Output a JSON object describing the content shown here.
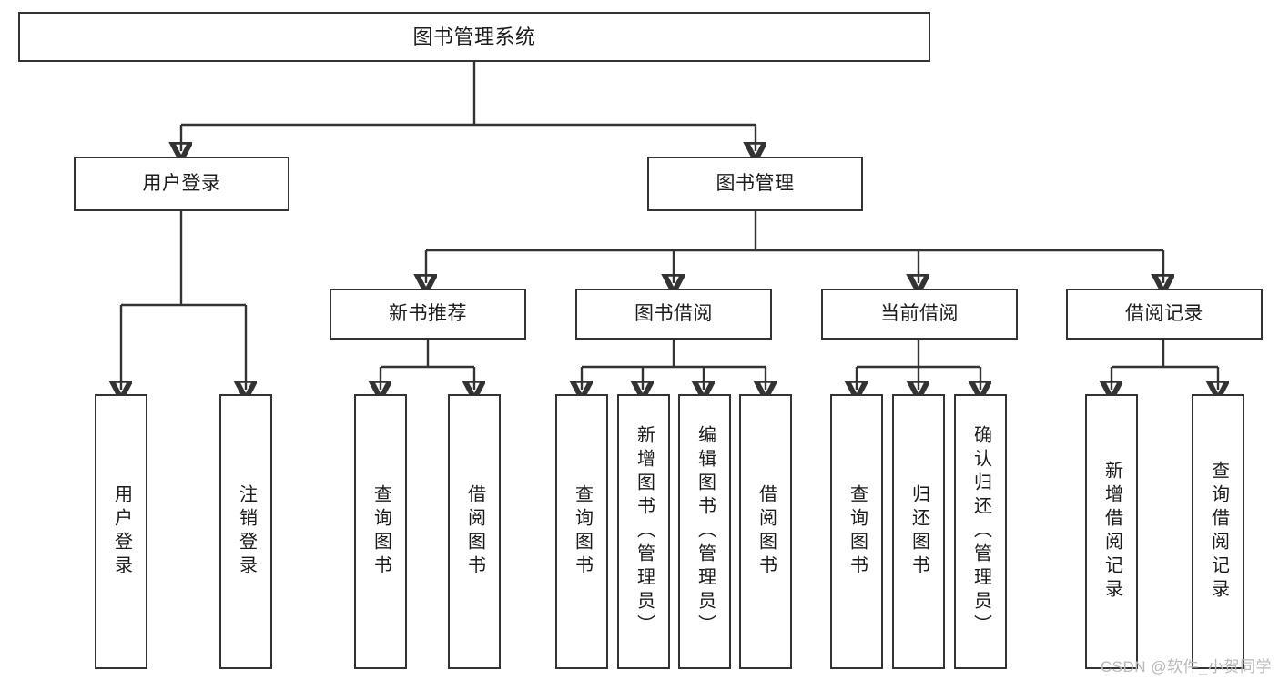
{
  "diagram": {
    "title": "图书管理系统",
    "root": {
      "label": "图书管理系统"
    },
    "level1": [
      {
        "label": "用户登录"
      },
      {
        "label": "图书管理"
      }
    ],
    "level2": [
      {
        "label": "新书推荐"
      },
      {
        "label": "图书借阅"
      },
      {
        "label": "当前借阅"
      },
      {
        "label": "借阅记录"
      }
    ],
    "leaves": {
      "user_login": [
        {
          "label": "用户登录"
        },
        {
          "label": "注销登录"
        }
      ],
      "new_book": [
        {
          "label": "查询图书"
        },
        {
          "label": "借阅图书"
        }
      ],
      "book_borrow": [
        {
          "label": "查询图书"
        },
        {
          "label": "新增图书（管理员）"
        },
        {
          "label": "编辑图书（管理员）"
        },
        {
          "label": "借阅图书"
        }
      ],
      "current_borrow": [
        {
          "label": "查询图书"
        },
        {
          "label": "归还图书"
        },
        {
          "label": "确认归还（管理员）"
        }
      ],
      "borrow_record": [
        {
          "label": "新增借阅记录"
        },
        {
          "label": "查询借阅记录"
        }
      ]
    }
  },
  "watermark": {
    "text": "CSDN @软件_小贺同学"
  },
  "colors": {
    "border": "#333333",
    "background": "#ffffff",
    "text": "#1b1b1b",
    "watermark": "#b9b9b9"
  }
}
